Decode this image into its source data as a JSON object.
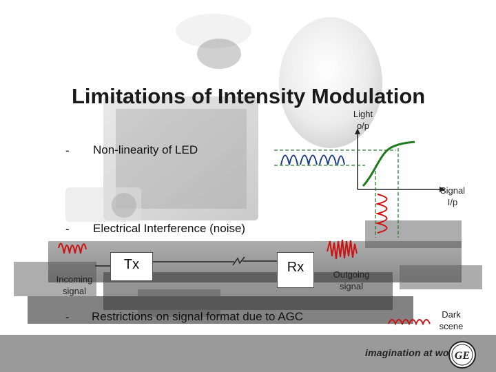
{
  "slide": {
    "title": "Limitations of Intensity Modulation",
    "bullets": [
      {
        "dash": "-",
        "text": "Non-linearity of LED"
      },
      {
        "dash": "-",
        "text": "Electrical Interference (noise)"
      },
      {
        "dash": "-",
        "text": "Restrictions on signal format due to AGC"
      }
    ]
  },
  "diagram": {
    "axis_y_label_line1": "Light",
    "axis_y_label_line2": "o/p",
    "axis_x_label_line1": "Signal",
    "axis_x_label_line2": "I/p",
    "tx_label": "Tx",
    "rx_label": "Rx",
    "incoming_line1": "Incoming",
    "incoming_line2": "signal",
    "outgoing_line1": "Outgoing",
    "outgoing_line2": "signal",
    "dark_line1": "Dark",
    "dark_line2": "scene"
  },
  "footer": {
    "tagline": "imagination at work",
    "logo_text": "GE"
  },
  "colors": {
    "curve": "#1e7a1e",
    "wave_blue": "#1a3a8a",
    "wave_red": "#cc1111",
    "dashed": "#2a7a2a",
    "footer": "#9a9a9a"
  }
}
